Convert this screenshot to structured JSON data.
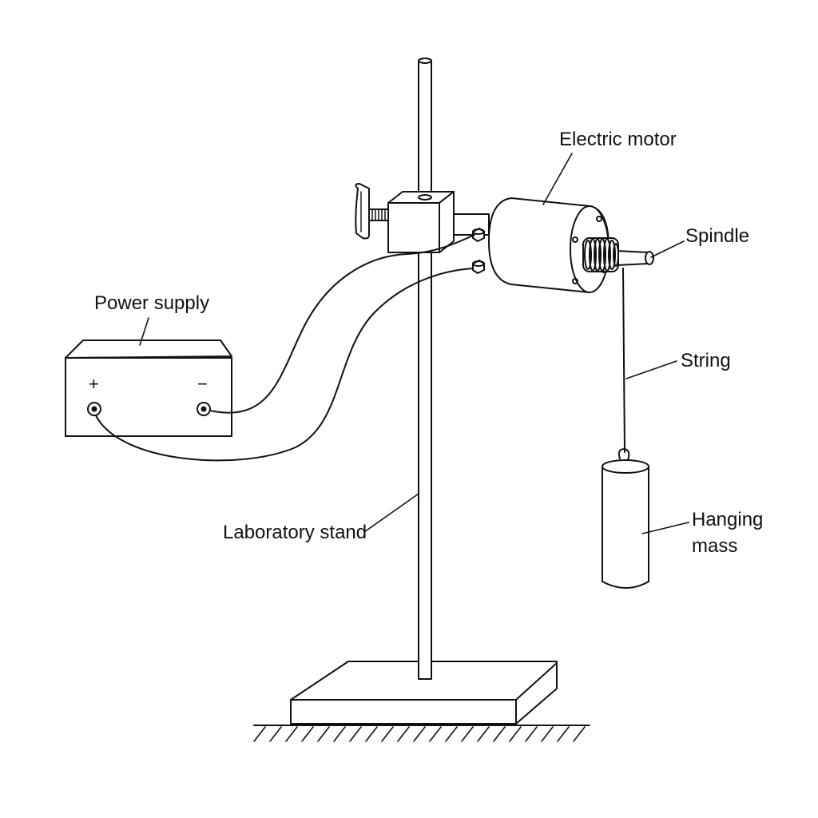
{
  "labels": {
    "electric_motor": "Electric motor",
    "spindle": "Spindle",
    "power_supply": "Power supply",
    "string": "String",
    "laboratory_stand": "Laboratory stand",
    "hanging_mass_line1": "Hanging",
    "hanging_mass_line2": "mass"
  },
  "terminals": {
    "positive": "+",
    "negative": "−"
  },
  "colors": {
    "stroke": "#111111",
    "background": "#ffffff"
  }
}
